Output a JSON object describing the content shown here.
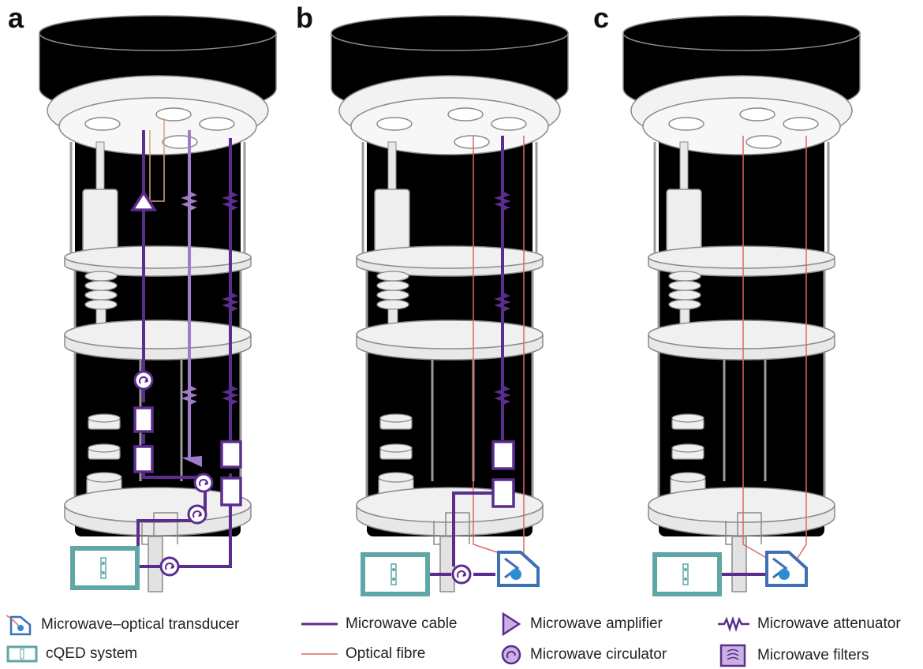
{
  "panels": [
    {
      "letter": "a",
      "tint": "#f1e9f3",
      "top": "#dedbdf"
    },
    {
      "letter": "b",
      "tint": "#eef5e8",
      "top": "#e3eadd"
    },
    {
      "letter": "c",
      "tint": "#faf3f7",
      "top": "#efe6ea"
    }
  ],
  "legend": [
    {
      "icon": "transducer-icon",
      "label": "Microwave–optical transducer"
    },
    {
      "icon": "cqed-icon",
      "label": "cQED system"
    },
    {
      "icon": "microwave-cable-icon",
      "label": "Microwave cable"
    },
    {
      "icon": "optical-fibre-icon",
      "label": "Optical fibre"
    },
    {
      "icon": "amplifier-icon",
      "label": "Microwave amplifier"
    },
    {
      "icon": "circulator-icon",
      "label": "Microwave circulator"
    },
    {
      "icon": "attenuator-icon",
      "label": "Microwave attenuator"
    },
    {
      "icon": "filter-icon",
      "label": "Microwave filters"
    }
  ],
  "colors": {
    "microwave": "#5b2d8e",
    "microwave_light": "#a17cc9",
    "fibre": "#e06666",
    "cqed": "#5fa6a6",
    "transducer": "#3f6fb5",
    "outline": "#8a8a8a"
  }
}
